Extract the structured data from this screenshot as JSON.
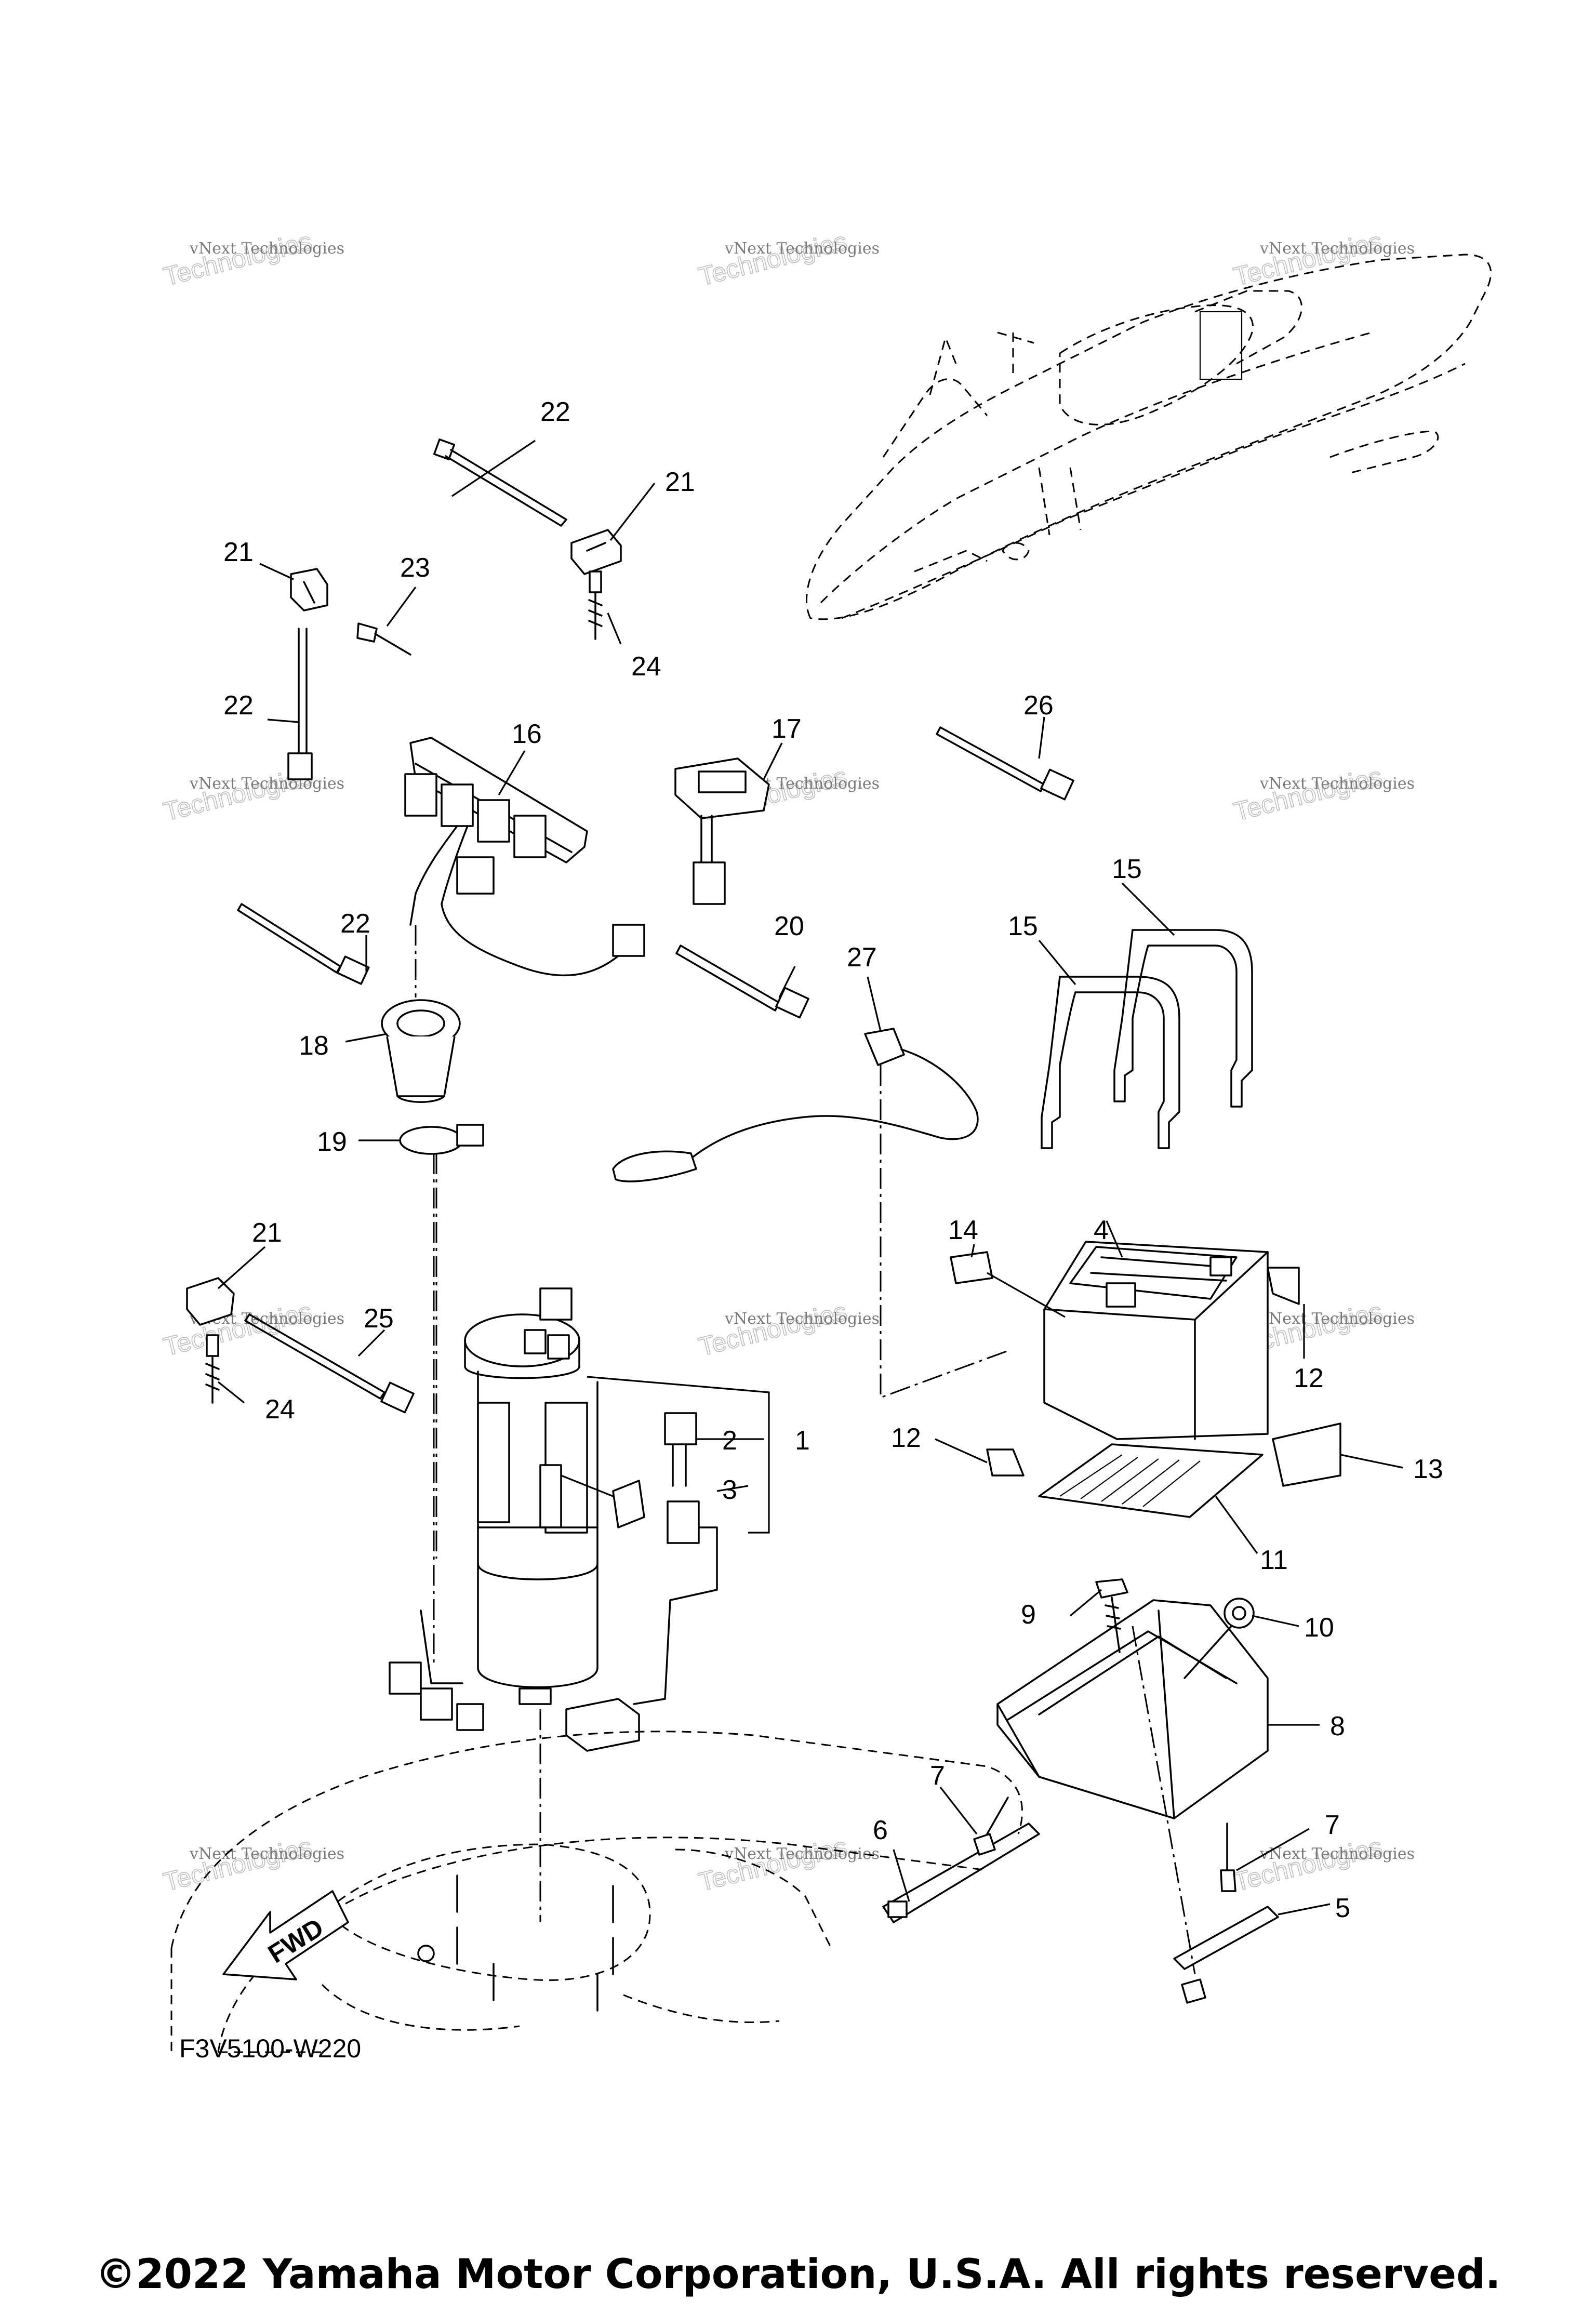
{
  "diagram": {
    "code": "F3V5100-W220",
    "fwd_label": "FWD",
    "watermark": {
      "line1": "vNext Technologies",
      "line2": "Technologies"
    },
    "callouts": [
      "1",
      "2",
      "3",
      "4",
      "5",
      "6",
      "7",
      "8",
      "9",
      "10",
      "11",
      "12",
      "13",
      "14",
      "15",
      "16",
      "17",
      "18",
      "19",
      "20",
      "21",
      "22",
      "23",
      "24",
      "25",
      "26",
      "27"
    ]
  },
  "footer": {
    "copyright": "©2022 Yamaha Motor Corporation, U.S.A. All rights reserved."
  }
}
